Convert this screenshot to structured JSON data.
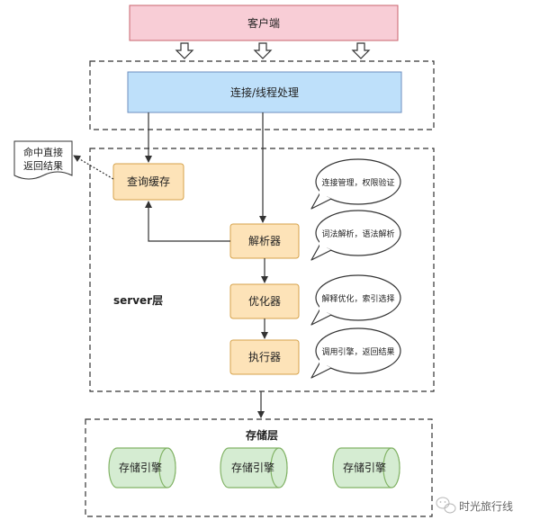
{
  "client": {
    "label": "客户端"
  },
  "connection": {
    "label": "连接/线程处理"
  },
  "server": {
    "label": "server层",
    "cache": {
      "label": "查询缓存"
    },
    "parser": {
      "label": "解析器"
    },
    "optimizer": {
      "label": "优化器"
    },
    "executor": {
      "label": "执行器"
    }
  },
  "note": {
    "line1": "命中直接",
    "line2": "返回结果"
  },
  "bubbles": {
    "connection": "连接管理，权限验证",
    "parser": "词法解析，语法解析",
    "optimizer": "解释优化，索引选择",
    "executor": "调用引擎，返回结果"
  },
  "storage": {
    "label": "存储层",
    "engines": [
      "存储引擎",
      "存储引擎",
      "存储引擎"
    ]
  },
  "watermark": {
    "text": "时光旅行线"
  },
  "colors": {
    "client_fill": "#f8cdd6",
    "client_stroke": "#c9646e",
    "conn_fill": "#bee0fa",
    "conn_stroke": "#6c8ebf",
    "module_fill": "#fde3b8",
    "module_stroke": "#d6a24a",
    "engine_fill": "#d5ecd2",
    "engine_stroke": "#82b366"
  }
}
